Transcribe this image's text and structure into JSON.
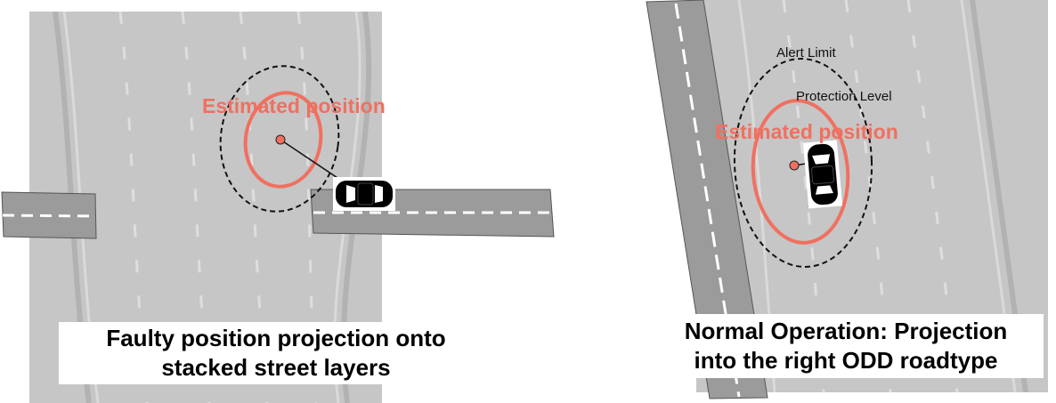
{
  "colors": {
    "estimate": "#f07060",
    "background_road": "#c6c6c6",
    "road": "#9b9b9b",
    "lane_marking": "#ffffff",
    "boundary": "#000000"
  },
  "left_panel": {
    "estimated_label": "Estimated position",
    "caption": {
      "line1": "Faulty position projection onto",
      "line2": "stacked street layers"
    }
  },
  "right_panel": {
    "alert_limit_label": "Alert Limit",
    "protection_level_label": "Protection Level",
    "estimated_label": "Estimated position",
    "caption": {
      "line1": "Normal Operation: Projection",
      "line2": "into the right ODD roadtype"
    }
  }
}
